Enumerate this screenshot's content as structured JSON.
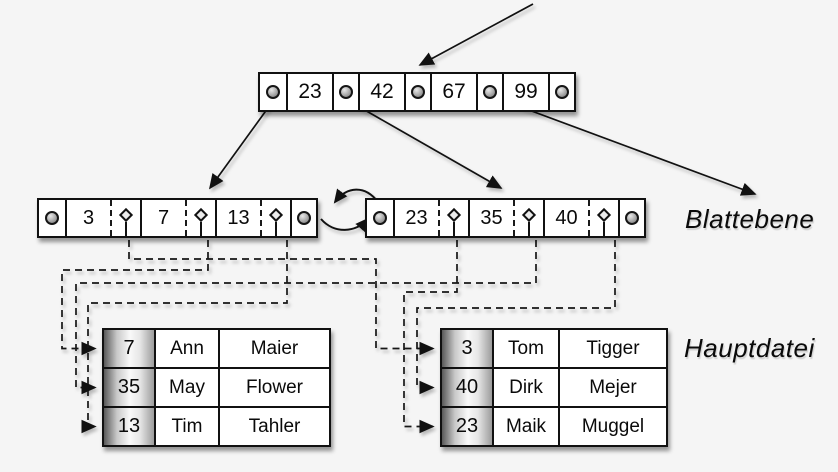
{
  "root_node": {
    "keys": [
      "23",
      "42",
      "67",
      "99"
    ]
  },
  "leaf_nodes": {
    "left": {
      "keys": [
        "3",
        "7",
        "13"
      ]
    },
    "right": {
      "keys": [
        "23",
        "35",
        "40"
      ]
    }
  },
  "labels": {
    "leaf_level": "Blattebene",
    "main_file": "Hauptdatei"
  },
  "tables": {
    "left": {
      "rows": [
        [
          "7",
          "Ann",
          "Maier"
        ],
        [
          "35",
          "May",
          "Flower"
        ],
        [
          "13",
          "Tim",
          "Tahler"
        ]
      ]
    },
    "right": {
      "rows": [
        [
          "3",
          "Tom",
          "Tigger"
        ],
        [
          "40",
          "Dirk",
          "Mejer"
        ],
        [
          "23",
          "Maik",
          "Muggel"
        ]
      ]
    }
  },
  "links": {
    "incoming": "arrow-into-root-top",
    "root_to_leaves": [
      {
        "from": "root-pointer-1",
        "to": "left-leaf"
      },
      {
        "from": "root-pointer-2",
        "to": "right-leaf"
      },
      {
        "from": "root-pointer-4",
        "to": "leaf-level-right"
      }
    ],
    "sibling_link": "bidirectional-curved-arrows-between-leaves",
    "key_to_record": [
      {
        "key": "3",
        "table": "right",
        "record": "3 Tom Tigger"
      },
      {
        "key": "7",
        "table": "left",
        "record": "7 Ann Maier"
      },
      {
        "key": "13",
        "table": "left",
        "record": "13 Tim Tahler"
      },
      {
        "key": "23",
        "table": "right",
        "record": "23 Maik Muggel"
      },
      {
        "key": "35",
        "table": "left",
        "record": "35 May Flower"
      },
      {
        "key": "40",
        "table": "right",
        "record": "40 Dirk Mejer"
      }
    ]
  },
  "colors": {
    "background": "#f5f5f5",
    "box_fill": "#ffffff",
    "line": "#111111",
    "key_column_gradient": [
      "#595959",
      "#f9f9f9",
      "#9c9c9c"
    ]
  }
}
